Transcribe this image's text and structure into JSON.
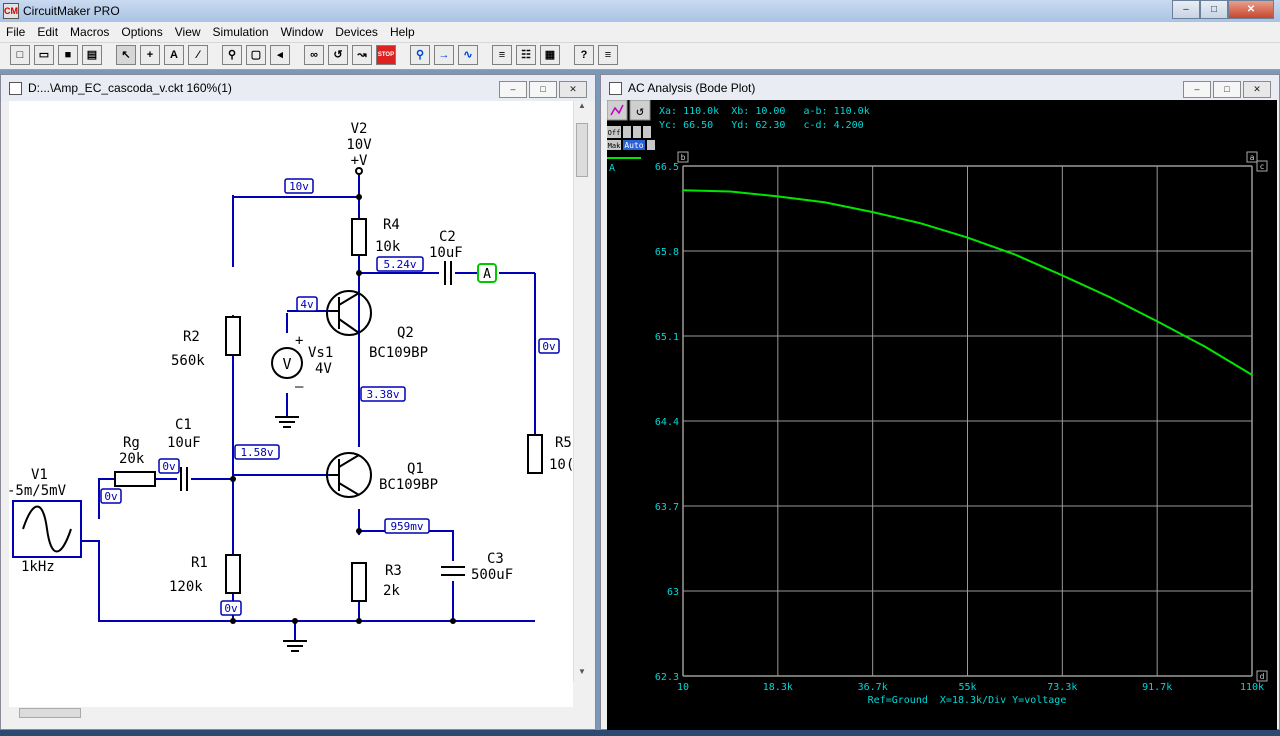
{
  "app": {
    "title": "CircuitMaker PRO"
  },
  "menu": [
    "File",
    "Edit",
    "Macros",
    "Options",
    "View",
    "Simulation",
    "Window",
    "Devices",
    "Help"
  ],
  "schematic_window": {
    "title": "D:...\\Amp_EC_cascoda_v.ckt 160%(1)"
  },
  "plot_window": {
    "title": "AC Analysis (Bode Plot)"
  },
  "components": {
    "v2_name": "V2",
    "v2_value": "10V",
    "v2_symbol": "+V",
    "r4_name": "R4",
    "r4_value": "10k",
    "c2_name": "C2",
    "c2_value": "10uF",
    "probe_label": "A",
    "r2_name": "R2",
    "r2_value": "560k",
    "q2_name": "Q2",
    "q2_model": "BC109BP",
    "vs1_name": "Vs1",
    "vs1_value": "4V",
    "vs1_plus": "+",
    "vs1_minus": "–",
    "vs1_symbol": "V",
    "rg_name": "Rg",
    "rg_value": "20k",
    "c1_name": "C1",
    "c1_value": "10uF",
    "q1_name": "Q1",
    "q1_model": "BC109BP",
    "v1_name": "V1",
    "v1_value": "-5m/5mV",
    "v1_freq": "1kHz",
    "r1_name": "R1",
    "r1_value": "120k",
    "r3_name": "R3",
    "r3_value": "2k",
    "c3_name": "C3",
    "c3_value": "500uF",
    "r5_name": "R5",
    "r5_value": "10("
  },
  "node_voltages": {
    "n10v": "10v",
    "n524": "5.24v",
    "n4v": "4v",
    "n0v_out": "0v",
    "n338": "3.38v",
    "n158": "1.58v",
    "n0v_c1": "0v",
    "n0v_v1": "0v",
    "n959": "959mv",
    "n0v_gnd": "0v"
  },
  "plot": {
    "readout_row1": "Xa: 110.0k  Xb: 10.00   a-b: 110.0k",
    "readout_row2": "Yc: 66.50   Yd: 62.30   c-d: 4.200",
    "mode_off": "Off",
    "mode_mak": "Mak",
    "mode_auto": "Auto",
    "legend_label": "A",
    "footer": "Ref=Ground  X=18.3k/Div Y=voltage",
    "cursor_labels": {
      "a": "a",
      "b": "b",
      "c": "c",
      "d": "d"
    },
    "trace_color": "#00e600",
    "text_color": "#00d8d8"
  },
  "chart_data": {
    "type": "line",
    "title": "",
    "xlabel": "Ref=Ground  X=18.3k/Div Y=voltage",
    "ylabel": "",
    "x_ticks": [
      "10",
      "18.3k",
      "36.7k",
      "55k",
      "73.3k",
      "91.7k",
      "110k"
    ],
    "y_ticks": [
      "66.5",
      "65.8",
      "65.1",
      "64.4",
      "63.7",
      "63",
      "62.3"
    ],
    "xlim": [
      10,
      110000
    ],
    "ylim": [
      62.3,
      66.5
    ],
    "grid": true,
    "series": [
      {
        "name": "A",
        "x": [
          10,
          9170,
          18300,
          27500,
          36700,
          45800,
          55000,
          64200,
          73300,
          82500,
          91700,
          101000,
          110000
        ],
        "y": [
          66.3,
          66.29,
          66.25,
          66.2,
          66.12,
          66.03,
          65.91,
          65.77,
          65.6,
          65.42,
          65.22,
          65.01,
          64.78
        ]
      }
    ]
  }
}
